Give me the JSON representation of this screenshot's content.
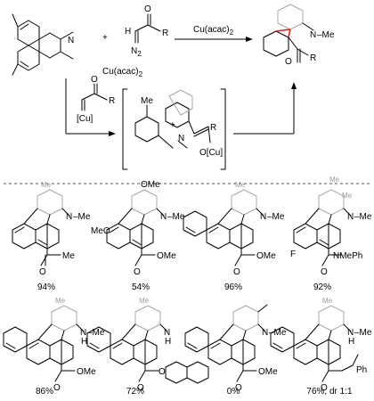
{
  "scheme": {
    "plus": "+",
    "reagent_r": "R",
    "reagent_o": "O",
    "reagent_h": "H",
    "reagent_n2": "N",
    "reagent_n2_sub": "2",
    "catalyst_top": "Cu(acac)",
    "catalyst_top_sub": "2",
    "catalyst_mid": "Cu(acac)",
    "catalyst_mid_sub": "2",
    "carbene_o": "O",
    "carbene_r": "R",
    "carbene_cu": "[Cu]",
    "intermediate_me": "Me",
    "intermediate_plus": "+",
    "intermediate_n": "N",
    "intermediate_r": "R",
    "intermediate_ocu": "O[Cu]",
    "product_n": "N",
    "product_nme": "–Me",
    "product_o": "O",
    "product_r": "R"
  },
  "examples": [
    {
      "yield": "94%",
      "labels": [
        "Me",
        "N",
        "–Me",
        "Me",
        "O"
      ]
    },
    {
      "yield": "54%",
      "labels": [
        "OMe",
        "MeO",
        "N",
        "–Me",
        "O",
        "OMe"
      ]
    },
    {
      "yield": "96%",
      "labels": [
        "Me",
        "N",
        "–Me",
        "O",
        "OMe"
      ]
    },
    {
      "yield": "92%",
      "labels": [
        "Me",
        "Me",
        "N",
        "–Me",
        "F",
        "NMePh",
        "O"
      ]
    },
    {
      "yield": "86%",
      "labels": [
        "Me",
        "N",
        "H",
        "–Me",
        "O",
        "OMe"
      ]
    },
    {
      "yield": "72%",
      "labels": [
        "Me",
        "N",
        "H",
        "O",
        "O"
      ]
    },
    {
      "yield": "0%",
      "labels": [
        "N",
        "–Me",
        "O",
        "OMe"
      ]
    },
    {
      "yield": "76%, dr 1:1",
      "labels": [
        "Me",
        "N",
        "H",
        "–Me",
        "O",
        "Ph"
      ]
    }
  ]
}
